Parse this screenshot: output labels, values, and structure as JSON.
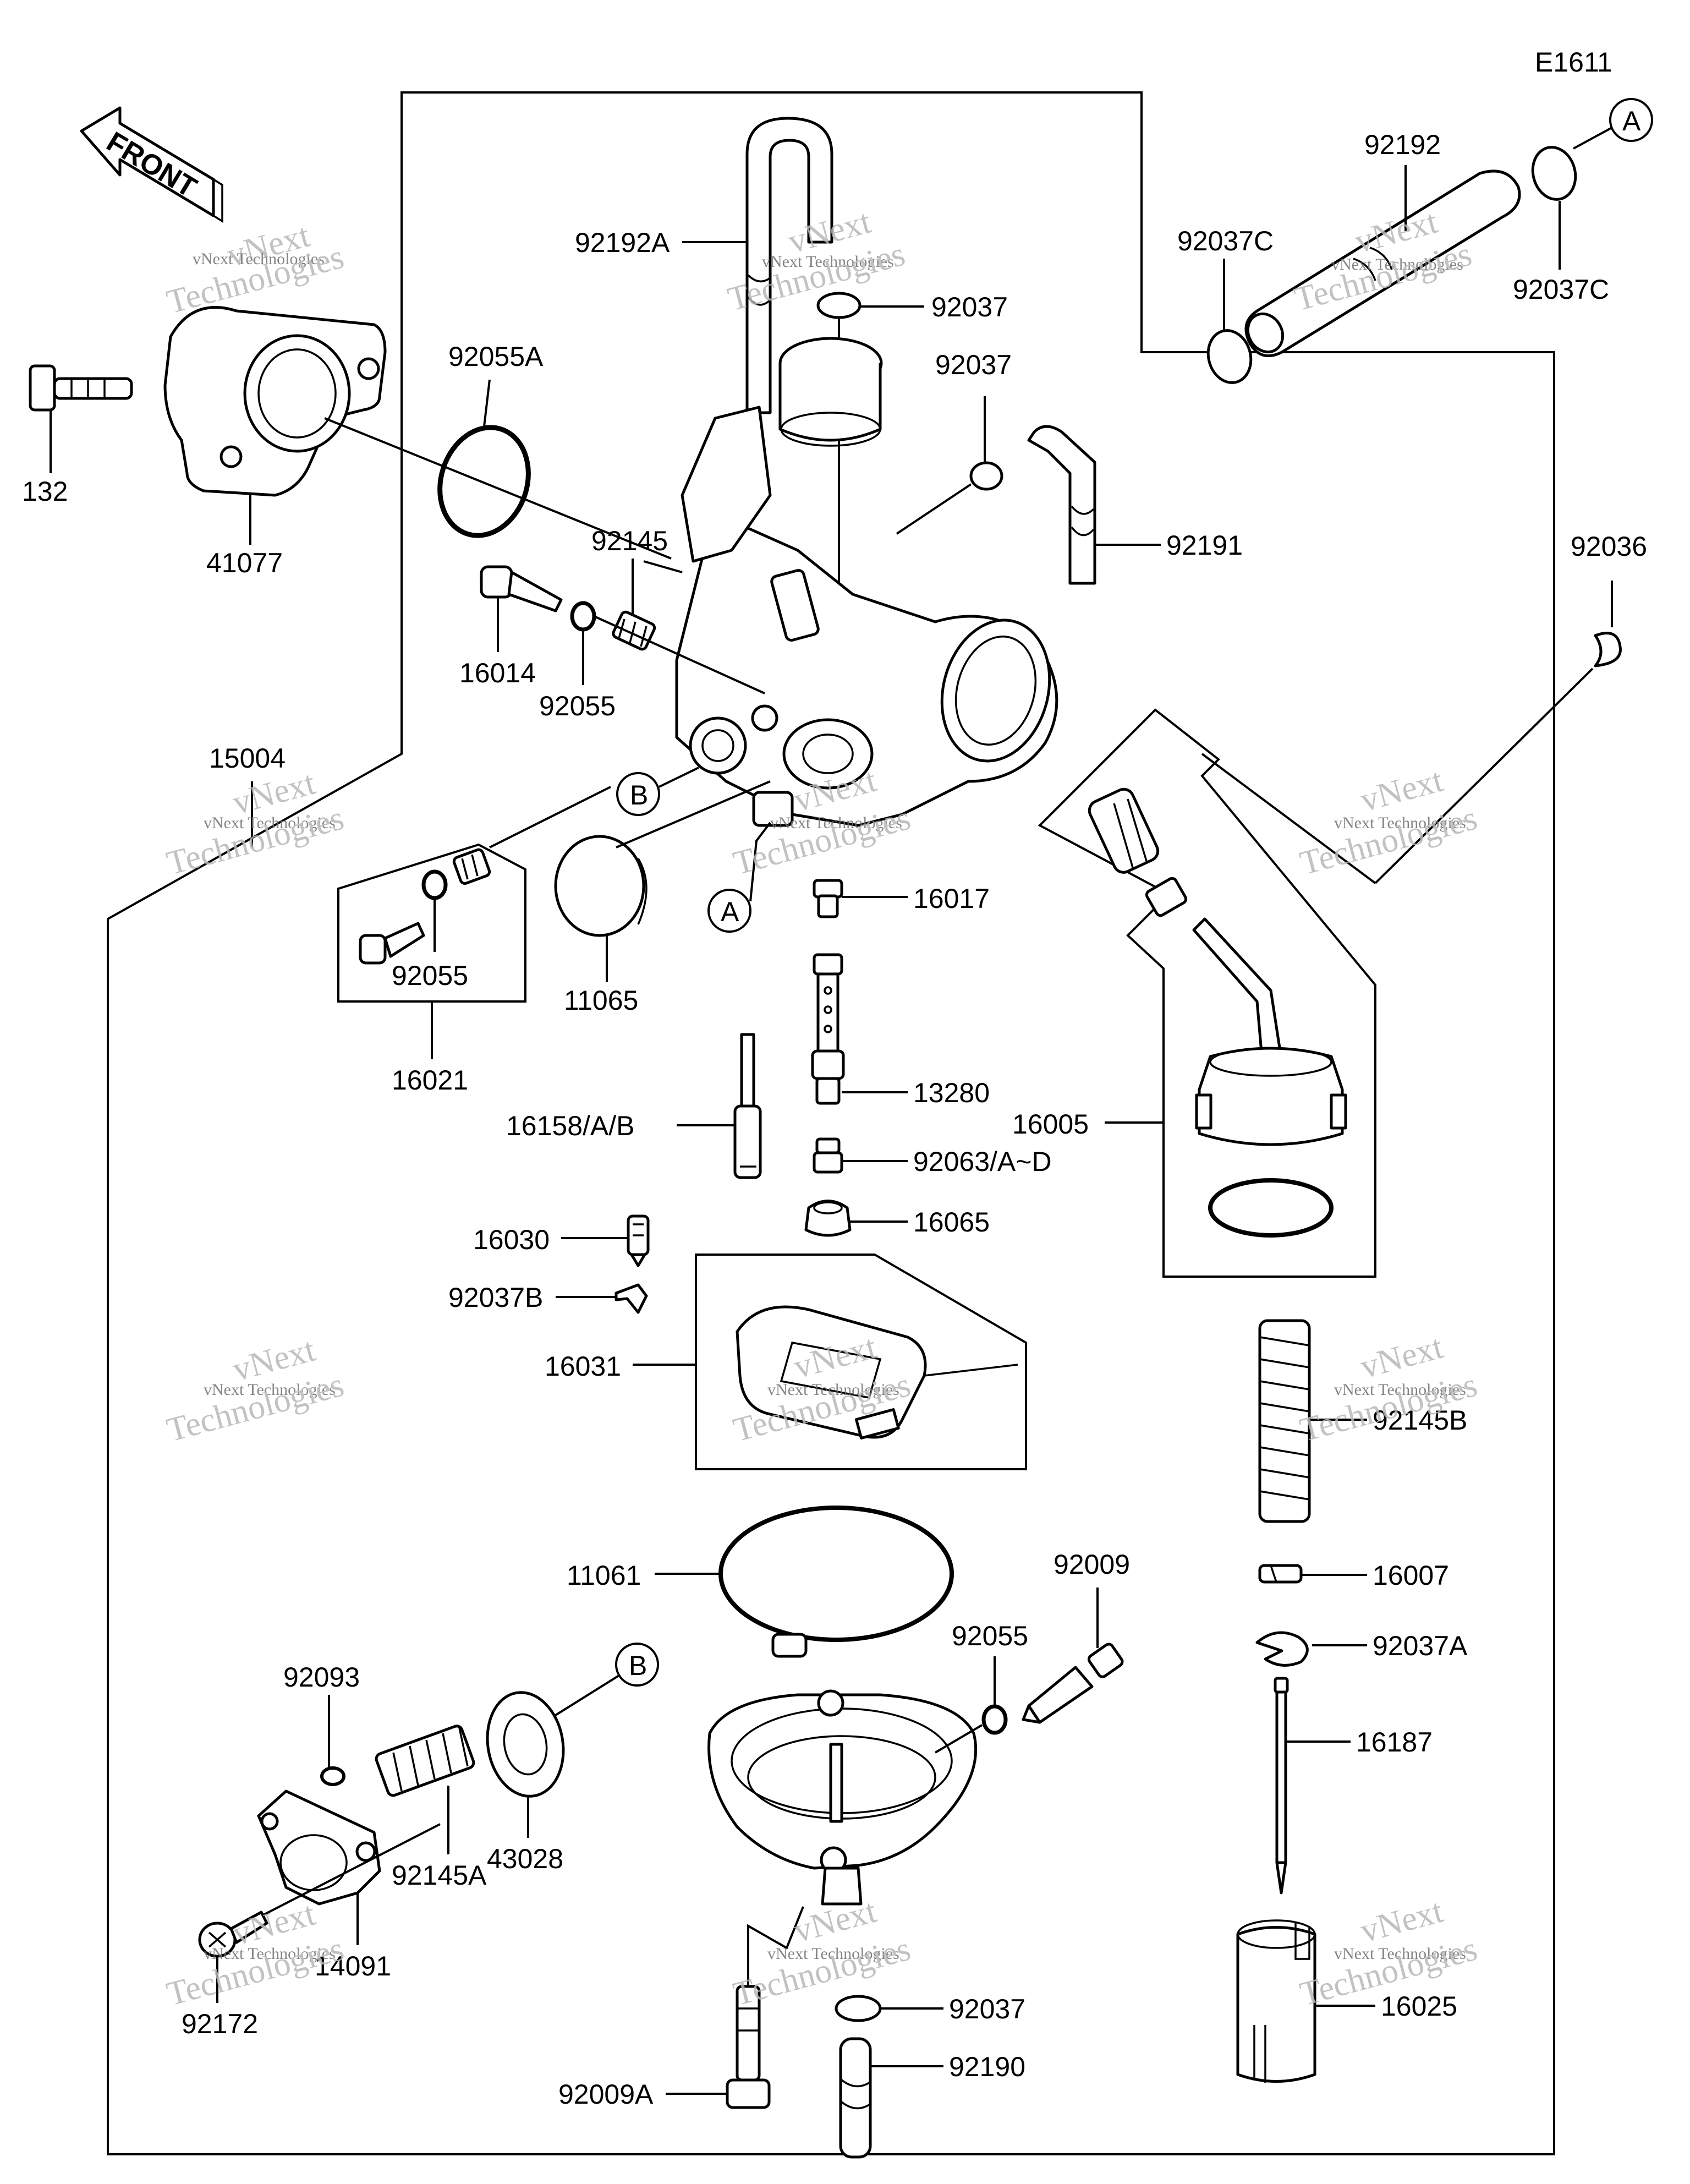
{
  "diagram_code": "E1611",
  "front_label": "FRONT",
  "watermark": {
    "line1": "vNext Technologies",
    "big1": "vNext",
    "big2": "Technologies"
  },
  "callouts": {
    "a": "A",
    "b": "B"
  },
  "parts": {
    "p132": "132",
    "p41077": "41077",
    "p92055A": "92055A",
    "p92145": "92145",
    "p16014": "16014",
    "p92055_a": "92055",
    "p15004": "15004",
    "p92055_b": "92055",
    "p16021": "16021",
    "p11065": "11065",
    "p92192A": "92192A",
    "p92037_a": "92037",
    "p92037_b": "92037",
    "p92191": "92191",
    "p92037C_a": "92037C",
    "p92192": "92192",
    "p92037C_b": "92037C",
    "p92036": "92036",
    "p16017": "16017",
    "p13280": "13280",
    "p16158": "16158/A/B",
    "p92063": "92063/A~D",
    "p16065": "16065",
    "p16005": "16005",
    "p16030": "16030",
    "p92037B": "92037B",
    "p16031": "16031",
    "p92145B": "92145B",
    "p11061": "11061",
    "p92009": "92009",
    "p92055_c": "92055",
    "p16007": "16007",
    "p92037A": "92037A",
    "p16187": "16187",
    "p92093": "92093",
    "p92145A": "92145A",
    "p43028": "43028",
    "p14091": "14091",
    "p92172": "92172",
    "p92037_c": "92037",
    "p92009A": "92009A",
    "p92190": "92190",
    "p16025": "16025"
  }
}
